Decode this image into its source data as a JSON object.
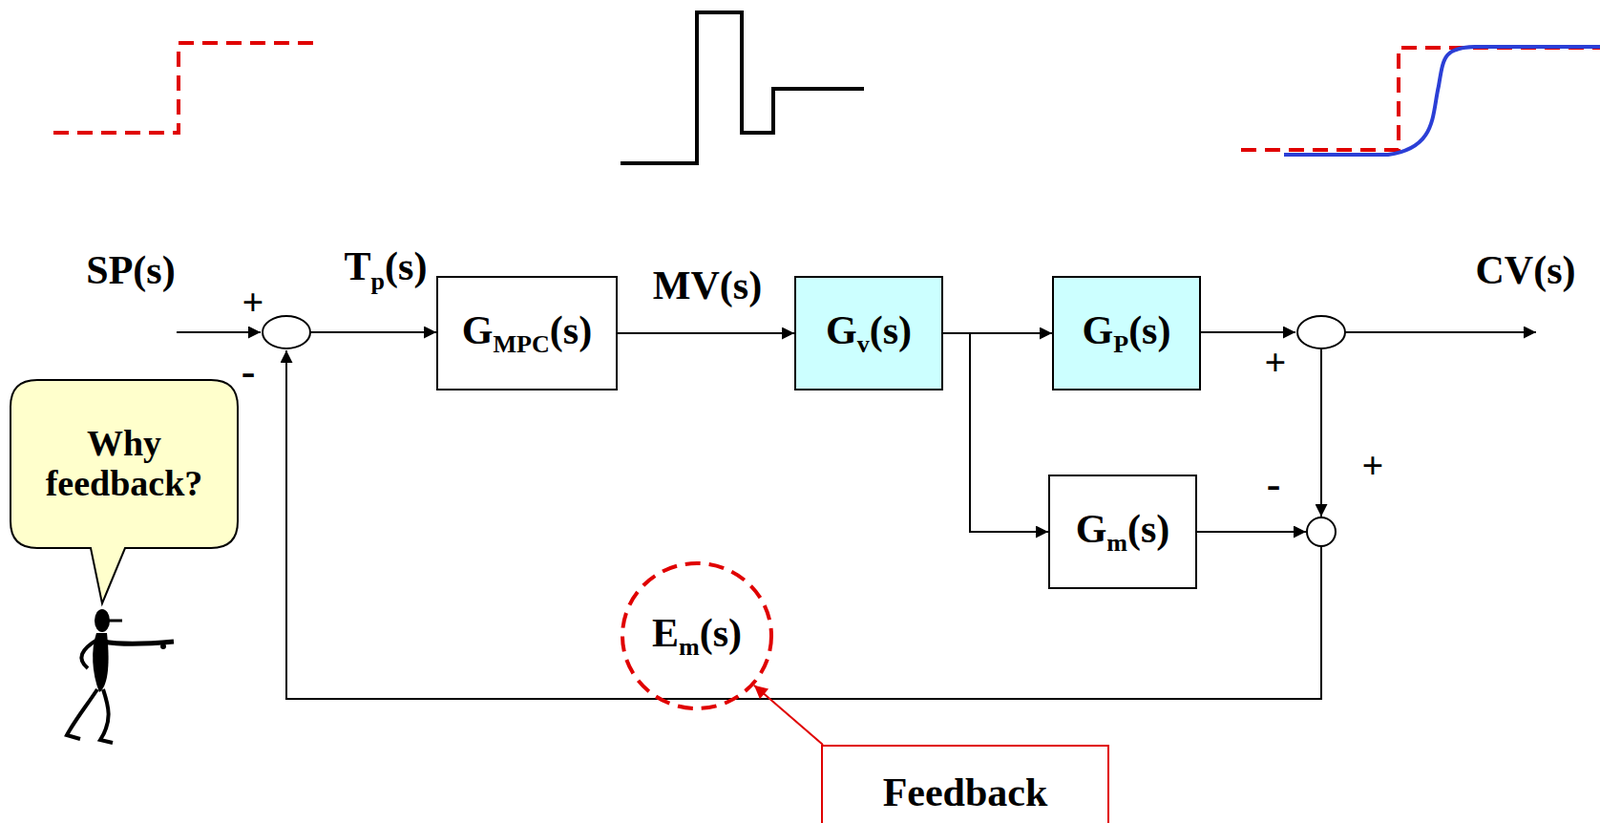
{
  "diagram": {
    "nodes": [
      {
        "text": [
          "GMPC(s)"
        ]
      },
      {
        "text": [
          "Gv(s)"
        ]
      },
      {
        "text": [
          "GP(s)"
        ]
      },
      {
        "text": [
          "Why feedback?"
        ]
      },
      {
        "text": [
          "Gm(s)"
        ]
      },
      {
        "text": [
          "Em(s)"
        ]
      },
      {
        "text": [
          "Feedback"
        ]
      }
    ],
    "edges": [
      {
        "from": 0,
        "to": 1,
        "arrow": "to"
      },
      {
        "from": 1,
        "to": 2,
        "arrow": "to"
      },
      {
        "from": 1,
        "to": 4,
        "arrow": "to"
      },
      {
        "from": 6,
        "to": 5,
        "arrow": "to"
      }
    ],
    "labels": [
      "SP(s)",
      "Tp(s)",
      "MV(s)",
      "CV(s)",
      "+",
      "-",
      "+",
      "-",
      "+"
    ]
  }
}
